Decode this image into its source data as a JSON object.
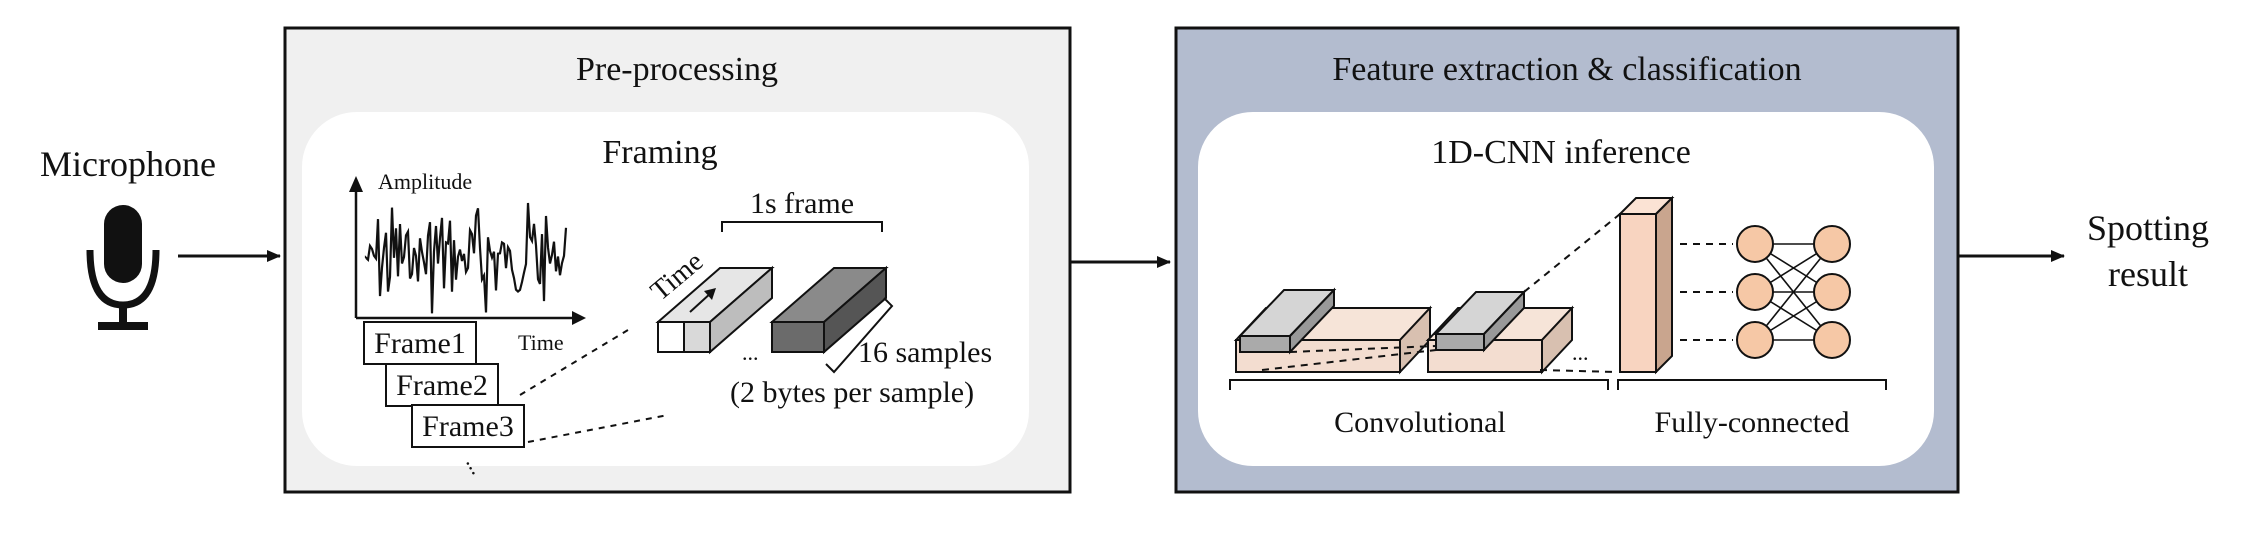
{
  "microphone": {
    "label": "Microphone",
    "icon": "microphone-icon"
  },
  "preprocessing": {
    "title": "Pre-processing",
    "framing": {
      "title": "Framing",
      "axis_y": "Amplitude",
      "axis_x": "Time",
      "frames": [
        "Frame1",
        "Frame2",
        "Frame3"
      ],
      "time_label": "Time",
      "frame_size": "1s frame",
      "samples": "16 samples",
      "bytes": "(2 bytes per sample)",
      "ellipsis": "..."
    }
  },
  "feature": {
    "title": "Feature extraction & classification",
    "cnn": {
      "title": "1D-CNN inference",
      "conv_label": "Convolutional",
      "fc_label": "Fully-connected",
      "ellipsis": "..."
    }
  },
  "output": {
    "line1": "Spotting",
    "line2": "result"
  },
  "colors": {
    "preprocess_bg": "#f0f0f0",
    "feature_bg": "#b3bccf",
    "neuron": "#f6c8a6",
    "fc_block": "#f8d4c0",
    "conv_block": "#f3ddd0"
  }
}
